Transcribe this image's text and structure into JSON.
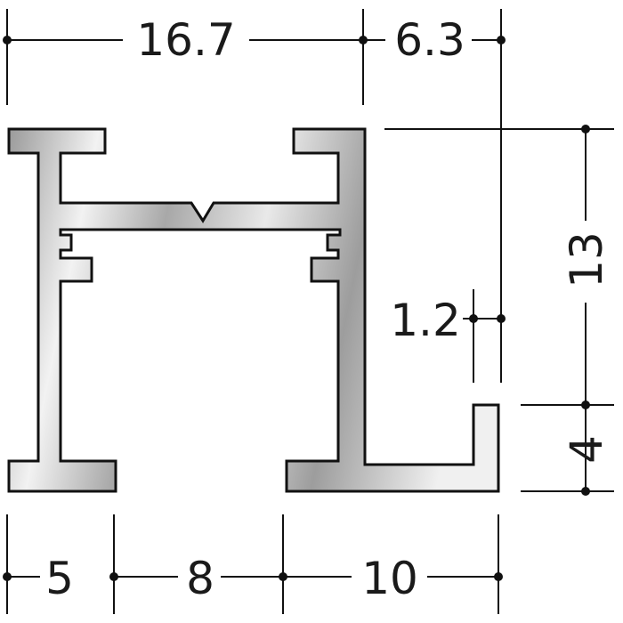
{
  "dimensions": {
    "top_left_width": "16.7",
    "top_right_width": "6.3",
    "right_total_height": "13",
    "lip_thickness": "1.2",
    "foot_height": "4",
    "bottom_left": "5",
    "bottom_middle": "8",
    "bottom_right": "10"
  },
  "colors": {
    "line": "#111111",
    "profile_outline": "#111111",
    "metal_dark": "#8f8f8f",
    "metal_light": "#f4f4f4",
    "background": "#ffffff"
  }
}
